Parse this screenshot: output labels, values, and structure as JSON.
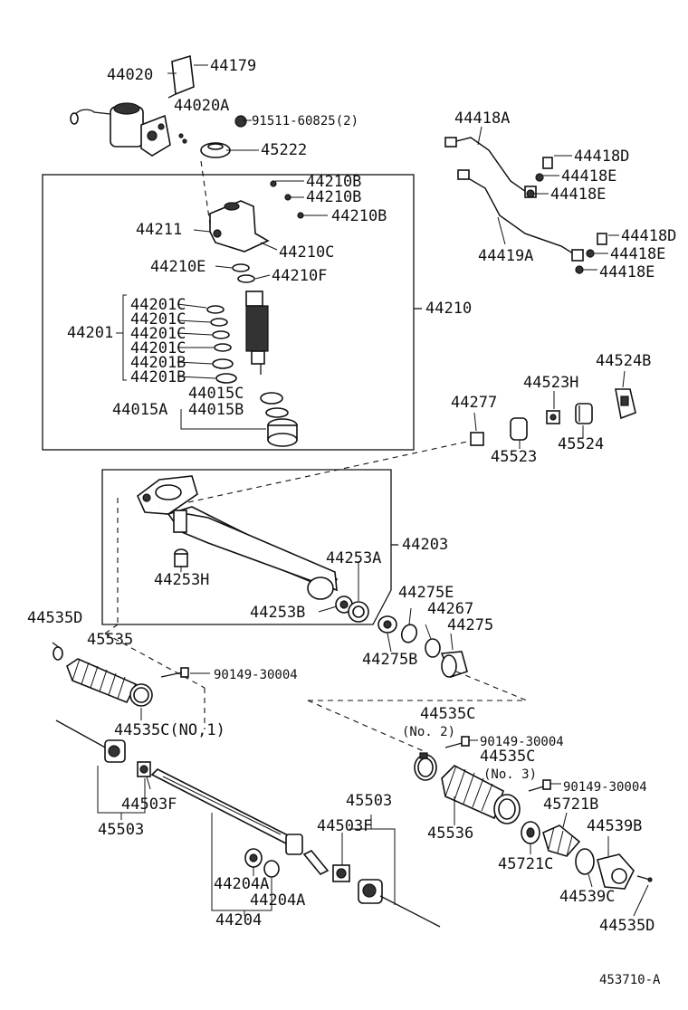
{
  "labels": {
    "p44020": "44020",
    "p44179": "44179",
    "p44020A": "44020A",
    "p91511": "91511-60825(2)",
    "p45222": "45222",
    "p44210B_1": "44210B",
    "p44210B_2": "44210B",
    "p44210B_3": "44210B",
    "p44211": "44211",
    "p44210C": "44210C",
    "p44210E": "44210E",
    "p44210F": "44210F",
    "p44210": "44210",
    "p44201": "44201",
    "p44201C_1": "44201C",
    "p44201C_2": "44201C",
    "p44201C_3": "44201C",
    "p44201C_4": "44201C",
    "p44201B_1": "44201B",
    "p44201B_2": "44201B",
    "p44015C": "44015C",
    "p44015A": "44015A",
    "p44015B": "44015B",
    "p44418A": "44418A",
    "p44418D_1": "44418D",
    "p44418E_1": "44418E",
    "p44418E_2": "44418E",
    "p44418D_2": "44418D",
    "p44419A": "44419A",
    "p44418E_3": "44418E",
    "p44418E_4": "44418E",
    "p44524B": "44524B",
    "p44523H": "44523H",
    "p44277": "44277",
    "p45523": "45523",
    "p45524": "45524",
    "p44203": "44203",
    "p44253A": "44253A",
    "p44253H": "44253H",
    "p44253B": "44253B",
    "p44275E": "44275E",
    "p44267": "44267",
    "p44275": "44275",
    "p44275B": "44275B",
    "p44535D_1": "44535D",
    "p45535": "45535",
    "p90149_1": "90149-30004",
    "p44535C_no1": "44535C(NO,1)",
    "p44535C_no2": "44535C",
    "p_no2": "(No. 2)",
    "p90149_2": "90149-30004",
    "p44535C_no3": "44535C",
    "p_no3": "(No. 3)",
    "p90149_3": "90149-30004",
    "p44503F_1": "44503F",
    "p45503_1": "45503",
    "p45503_2": "45503",
    "p44503F_2": "44503F",
    "p45536": "45536",
    "p45721B": "45721B",
    "p44539B": "44539B",
    "p45721C": "45721C",
    "p44539C": "44539C",
    "p44535D_2": "44535D",
    "p44204A_1": "44204A",
    "p44204A_2": "44204A",
    "p44204": "44204",
    "figure_id": "453710-A"
  }
}
